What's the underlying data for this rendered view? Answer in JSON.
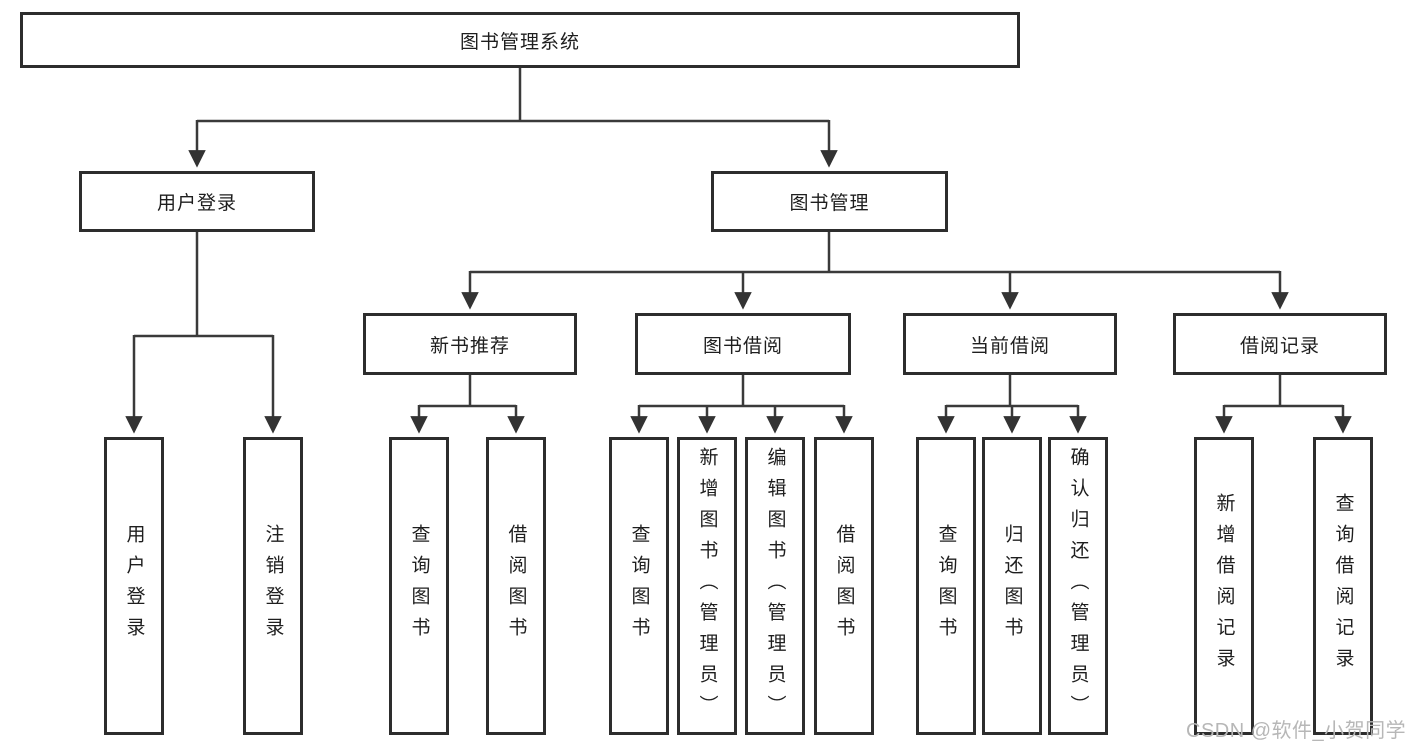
{
  "tree": {
    "root": {
      "label": "图书管理系统"
    },
    "branches": [
      {
        "label": "用户登录",
        "leaves": [
          {
            "label": "用户登录"
          },
          {
            "label": "注销登录"
          }
        ]
      },
      {
        "label": "图书管理",
        "subbranches": [
          {
            "label": "新书推荐",
            "leaves": [
              {
                "label": "查询图书"
              },
              {
                "label": "借阅图书"
              }
            ]
          },
          {
            "label": "图书借阅",
            "leaves": [
              {
                "label": "查询图书"
              },
              {
                "label": "新增图书（管理员）"
              },
              {
                "label": "编辑图书（管理员）"
              },
              {
                "label": "借阅图书"
              }
            ]
          },
          {
            "label": "当前借阅",
            "leaves": [
              {
                "label": "查询图书"
              },
              {
                "label": "归还图书"
              },
              {
                "label": "确认归还（管理员）"
              }
            ]
          },
          {
            "label": "借阅记录",
            "leaves": [
              {
                "label": "新增借阅记录"
              },
              {
                "label": "查询借阅记录"
              }
            ]
          }
        ]
      }
    ]
  },
  "watermark": {
    "text": "CSDN @软件_小贺同学"
  },
  "colors": {
    "line": "#3a3a3a",
    "box_border": "#2d2d2d",
    "text": "#1e1e1e",
    "watermark": "#b7b7b7",
    "background": "#ffffff"
  }
}
